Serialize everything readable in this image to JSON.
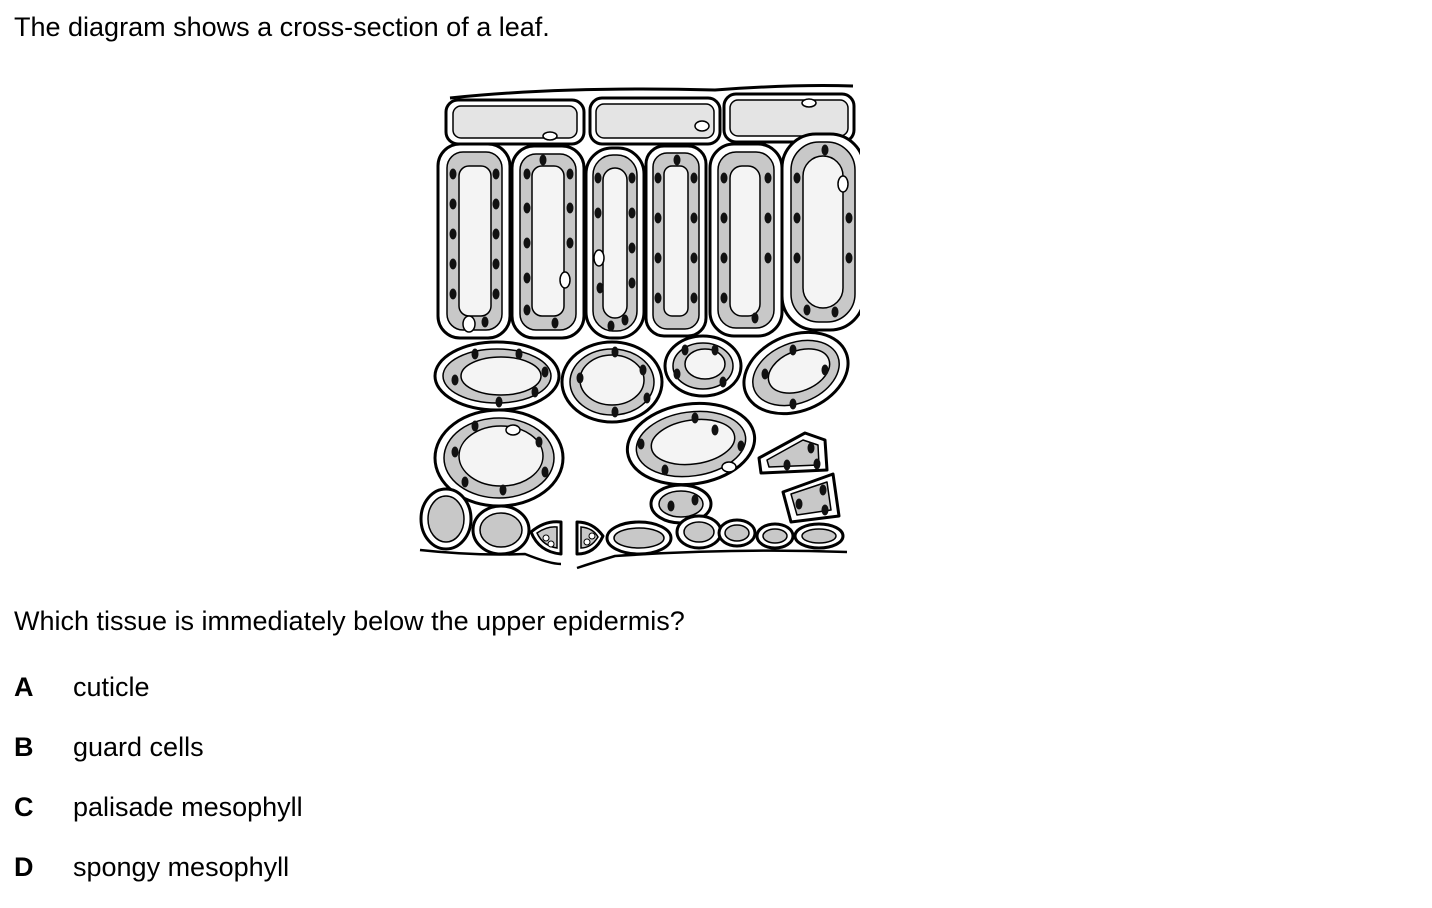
{
  "question": {
    "intro": "The diagram shows a cross-section of a leaf.",
    "stem": "Which tissue is immediately below the upper epidermis?",
    "options": [
      {
        "letter": "A",
        "text": "cuticle"
      },
      {
        "letter": "B",
        "text": "guard cells"
      },
      {
        "letter": "C",
        "text": "palisade mesophyll"
      },
      {
        "letter": "D",
        "text": "spongy mesophyll"
      }
    ]
  },
  "diagram": {
    "colors": {
      "outline": "#000000",
      "cytoplasm": "#c8c8c8",
      "vacuole": "#f4f4f4",
      "chloroplast": "#111111"
    }
  }
}
